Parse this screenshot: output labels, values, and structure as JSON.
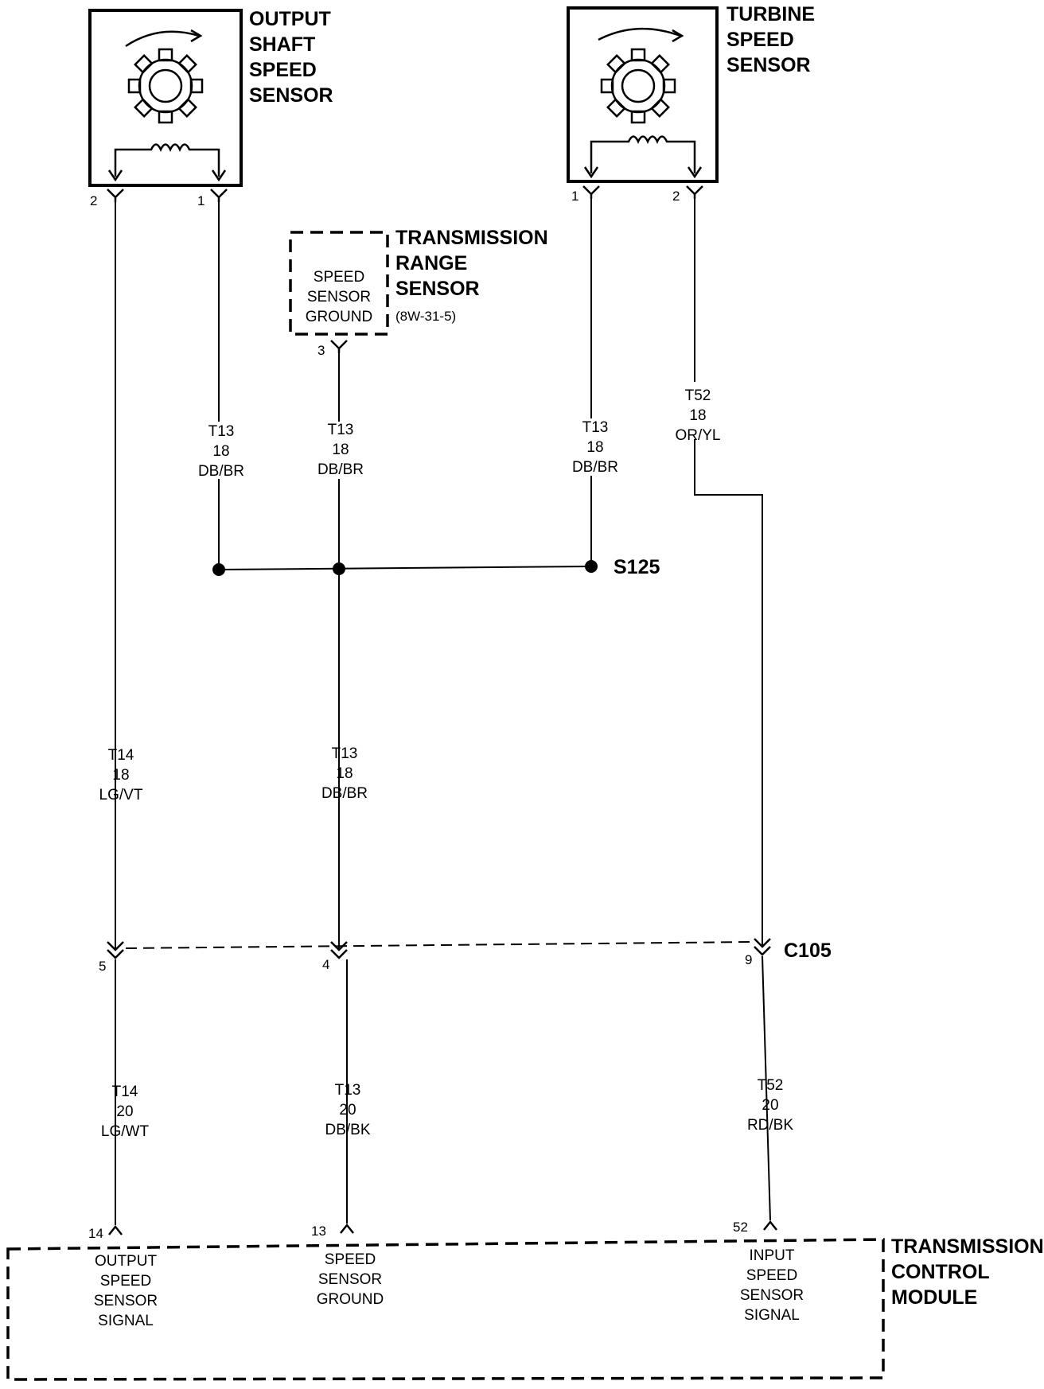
{
  "output_shaft_sensor": {
    "title": [
      "OUTPUT",
      "SHAFT",
      "SPEED",
      "SENSOR"
    ],
    "pins": [
      "2",
      "1"
    ]
  },
  "turbine_sensor": {
    "title": [
      "TURBINE",
      "SPEED",
      "SENSOR"
    ],
    "pins": [
      "1",
      "2"
    ]
  },
  "range_sensor": {
    "title": [
      "TRANSMISSION",
      "RANGE",
      "SENSOR"
    ],
    "ref": "(8W-31-5)",
    "inner": [
      "SPEED",
      "SENSOR",
      "GROUND"
    ],
    "pin": "3"
  },
  "wires": {
    "w1": [
      "T13",
      "18",
      "DB/BR"
    ],
    "w2": [
      "T13",
      "18",
      "DB/BR"
    ],
    "w3": [
      "T13",
      "18",
      "DB/BR"
    ],
    "w4": [
      "T52",
      "18",
      "OR/YL"
    ],
    "w5": [
      "T14",
      "18",
      "LG/VT"
    ],
    "w6": [
      "T13",
      "18",
      "DB/BR"
    ],
    "w7": [
      "T14",
      "20",
      "LG/WT"
    ],
    "w8": [
      "T13",
      "20",
      "DB/BK"
    ],
    "w9": [
      "T52",
      "20",
      "RD/BK"
    ]
  },
  "splice": {
    "name": "S125"
  },
  "connector": {
    "name": "C105",
    "pins": [
      "5",
      "4",
      "9"
    ]
  },
  "tcm": {
    "title": [
      "TRANSMISSION",
      "CONTROL",
      "MODULE"
    ],
    "pins": [
      "14",
      "13",
      "52"
    ],
    "terminals": [
      [
        "OUTPUT",
        "SPEED",
        "SENSOR",
        "SIGNAL"
      ],
      [
        "SPEED",
        "SENSOR",
        "GROUND"
      ],
      [
        "INPUT",
        "SPEED",
        "SENSOR",
        "SIGNAL"
      ]
    ]
  }
}
